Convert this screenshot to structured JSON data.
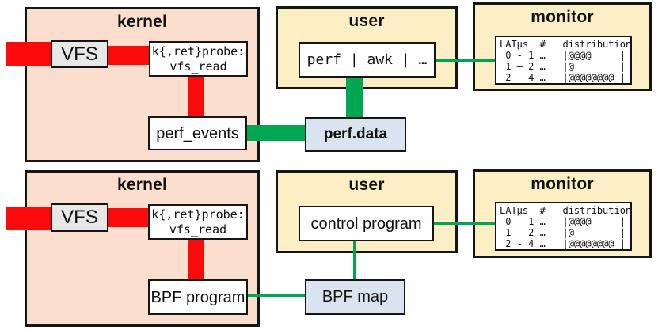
{
  "colors": {
    "kernel_bg": "#FBDECD",
    "user_bg": "#FCEEC5",
    "blue_bg": "#D9E4F0",
    "grey_bg": "#E8E7E7",
    "red": "#FA0A0A",
    "green": "#00A651"
  },
  "top": {
    "kernel": {
      "title": "kernel",
      "vfs": "VFS",
      "probe_line1": "k{,ret}probe:",
      "probe_line2": "vfs_read",
      "sink": "perf_events"
    },
    "user": {
      "title": "user",
      "program": "perf | awk | …"
    },
    "data_store": "perf.data",
    "monitor": {
      "title": "monitor",
      "table": [
        "LATμs  #   distribution",
        " 0 - 1 …   |@@@@     |",
        " 1 – 2 …   |@        |",
        " 2 - 4 …   |@@@@@@@@ |"
      ]
    }
  },
  "bottom": {
    "kernel": {
      "title": "kernel",
      "vfs": "VFS",
      "probe_line1": "k{,ret}probe:",
      "probe_line2": "vfs_read",
      "sink": "BPF program"
    },
    "user": {
      "title": "user",
      "program": "control program"
    },
    "data_store": "BPF map",
    "monitor": {
      "title": "monitor",
      "table": [
        "LATμs  #   distribution",
        " 0 - 1 …   |@@@@     |",
        " 1 – 2 …   |@        |",
        " 2 - 4 …   |@@@@@@@@ |"
      ]
    }
  }
}
